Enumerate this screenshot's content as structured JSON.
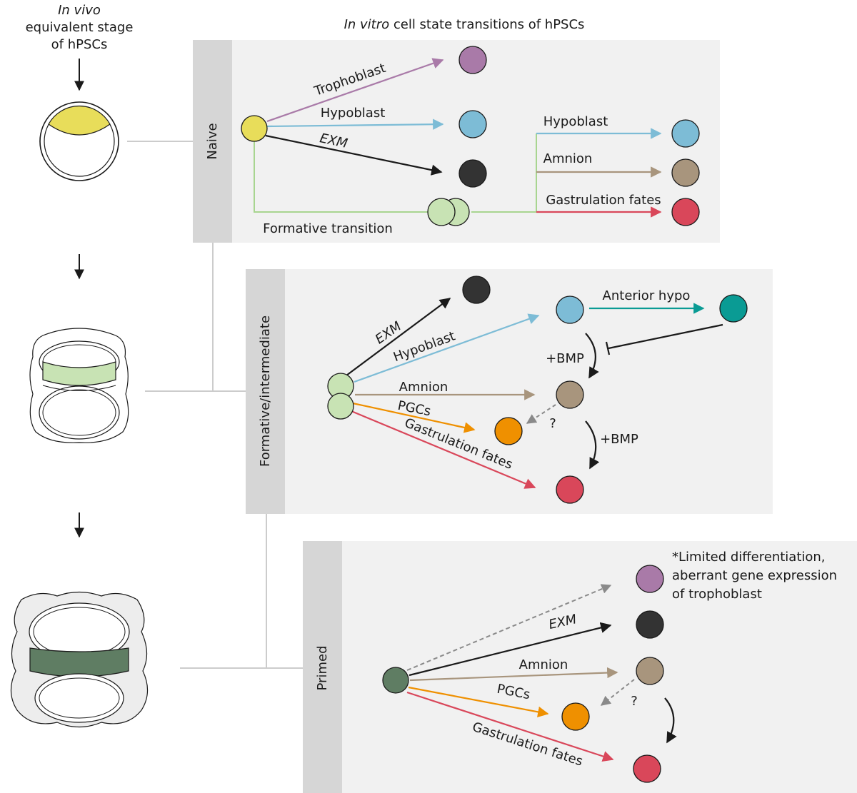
{
  "header": {
    "in_vivo_italic": "In vivo",
    "in_vivo_line2": "equivalent stage",
    "in_vivo_line3": "of hPSCs",
    "in_vitro_italic": "In vitro",
    "in_vitro_rest": " cell state transitions of hPSCs"
  },
  "panels": {
    "naive": {
      "tab": "Naive",
      "labels": {
        "trophoblast": "Trophoblast",
        "hypoblast": "Hypoblast",
        "exm": "EXM",
        "formative_transition": "Formative transition",
        "hypoblast2": "Hypoblast",
        "amnion": "Amnion",
        "gastrulation": "Gastrulation fates"
      }
    },
    "formative": {
      "tab": "Formative/intermediate",
      "labels": {
        "exm": "EXM",
        "hypoblast": "Hypoblast",
        "amnion": "Amnion",
        "pgcs": "PGCs",
        "gastrulation": "Gastrulation fates",
        "anterior_hypo": "Anterior hypo",
        "bmp1": "+BMP",
        "bmp2": "+BMP",
        "question": "?"
      }
    },
    "primed": {
      "tab": "Primed",
      "labels": {
        "note_line1": "*Limited differentiation,",
        "note_line2": "aberrant gene expression",
        "note_line3": "of trophoblast",
        "exm": "EXM",
        "amnion": "Amnion",
        "pgcs": "PGCs",
        "gastrulation": "Gastrulation fates",
        "question": "?"
      }
    }
  },
  "colors": {
    "trophoblast": "#a97aa8",
    "hypoblast": "#7dbcd6",
    "exm": "#333333",
    "amnion": "#a8957d",
    "gastrulation": "#d9475a",
    "pgcs": "#ef9000",
    "anterior_hypo": "#0a9b94",
    "naive_cell": "#e8dd5a",
    "formative_cell": "#c8e3b4",
    "primed_cell": "#5f7d63",
    "formative_line": "#a8d590",
    "panel_bg": "#f1f1f1",
    "tab_bg": "#d6d6d6"
  },
  "icons": {
    "down_arrow": "down-arrow-icon",
    "inhibition": "inhibition-bar-icon",
    "embryo_naive": "blastocyst-icon",
    "embryo_formative": "implanting-embryo-icon",
    "embryo_primed": "post-implantation-embryo-icon"
  }
}
